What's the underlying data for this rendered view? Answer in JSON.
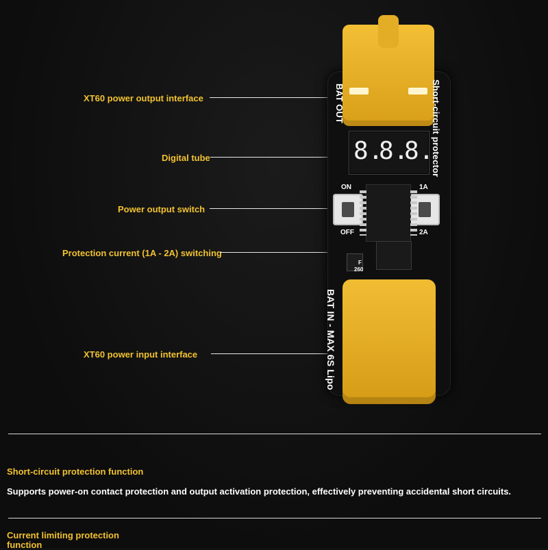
{
  "labels": {
    "xt60_output": "XT60 power output interface",
    "digital_tube": "Digital tube",
    "power_switch": "Power output switch",
    "protection_current": "Protection current (1A - 2A) switching",
    "xt60_input": "XT60 power input interface"
  },
  "board_text": {
    "bat_out": "BAT OUT",
    "short_circuit_protector": "Short-circuit protector",
    "bat_in": "BAT IN - MAX 6S Lipo",
    "display": "8.8.8",
    "on": "ON",
    "off": "OFF",
    "one_a": "1A",
    "two_a": "2A",
    "fuse": "F",
    "fuse_value": "260"
  },
  "sections": [
    {
      "title": "Short-circuit protection function",
      "text": "Supports power-on contact protection and output activation protection, effectively preventing accidental short circuits."
    },
    {
      "title": "Current limiting protection function"
    }
  ],
  "colors": {
    "accent": "#f2c230",
    "connector": "#e2aa20",
    "board": "#0f0f0f"
  }
}
